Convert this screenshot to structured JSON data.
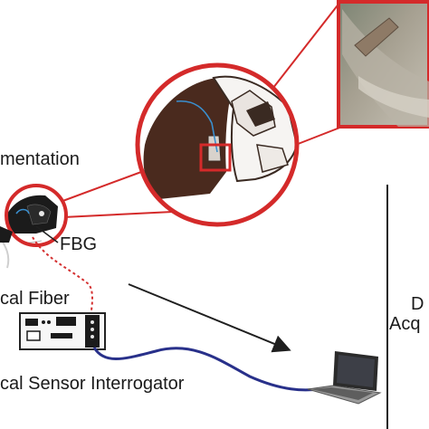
{
  "labels": {
    "instrumentation": "mentation",
    "fbg": "FBG",
    "optical_fiber": "cal Fiber",
    "interrogator": "cal Sensor Interrogator",
    "data_acq_line1": "D",
    "data_acq_line2": "Acq"
  },
  "colors": {
    "callout_ring": "#d42a2a",
    "fiber_dotted": "#d43030",
    "usb_cable": "#28308a",
    "arrow": "#1f1f1f",
    "laptop_body": "#2b2b2b",
    "bone_dark": "#4a2a1e"
  },
  "icons": [
    "bone-icon",
    "fbg-sensor-icon",
    "interrogator-icon",
    "laptop-icon",
    "arrow-icon",
    "photo-inset"
  ]
}
